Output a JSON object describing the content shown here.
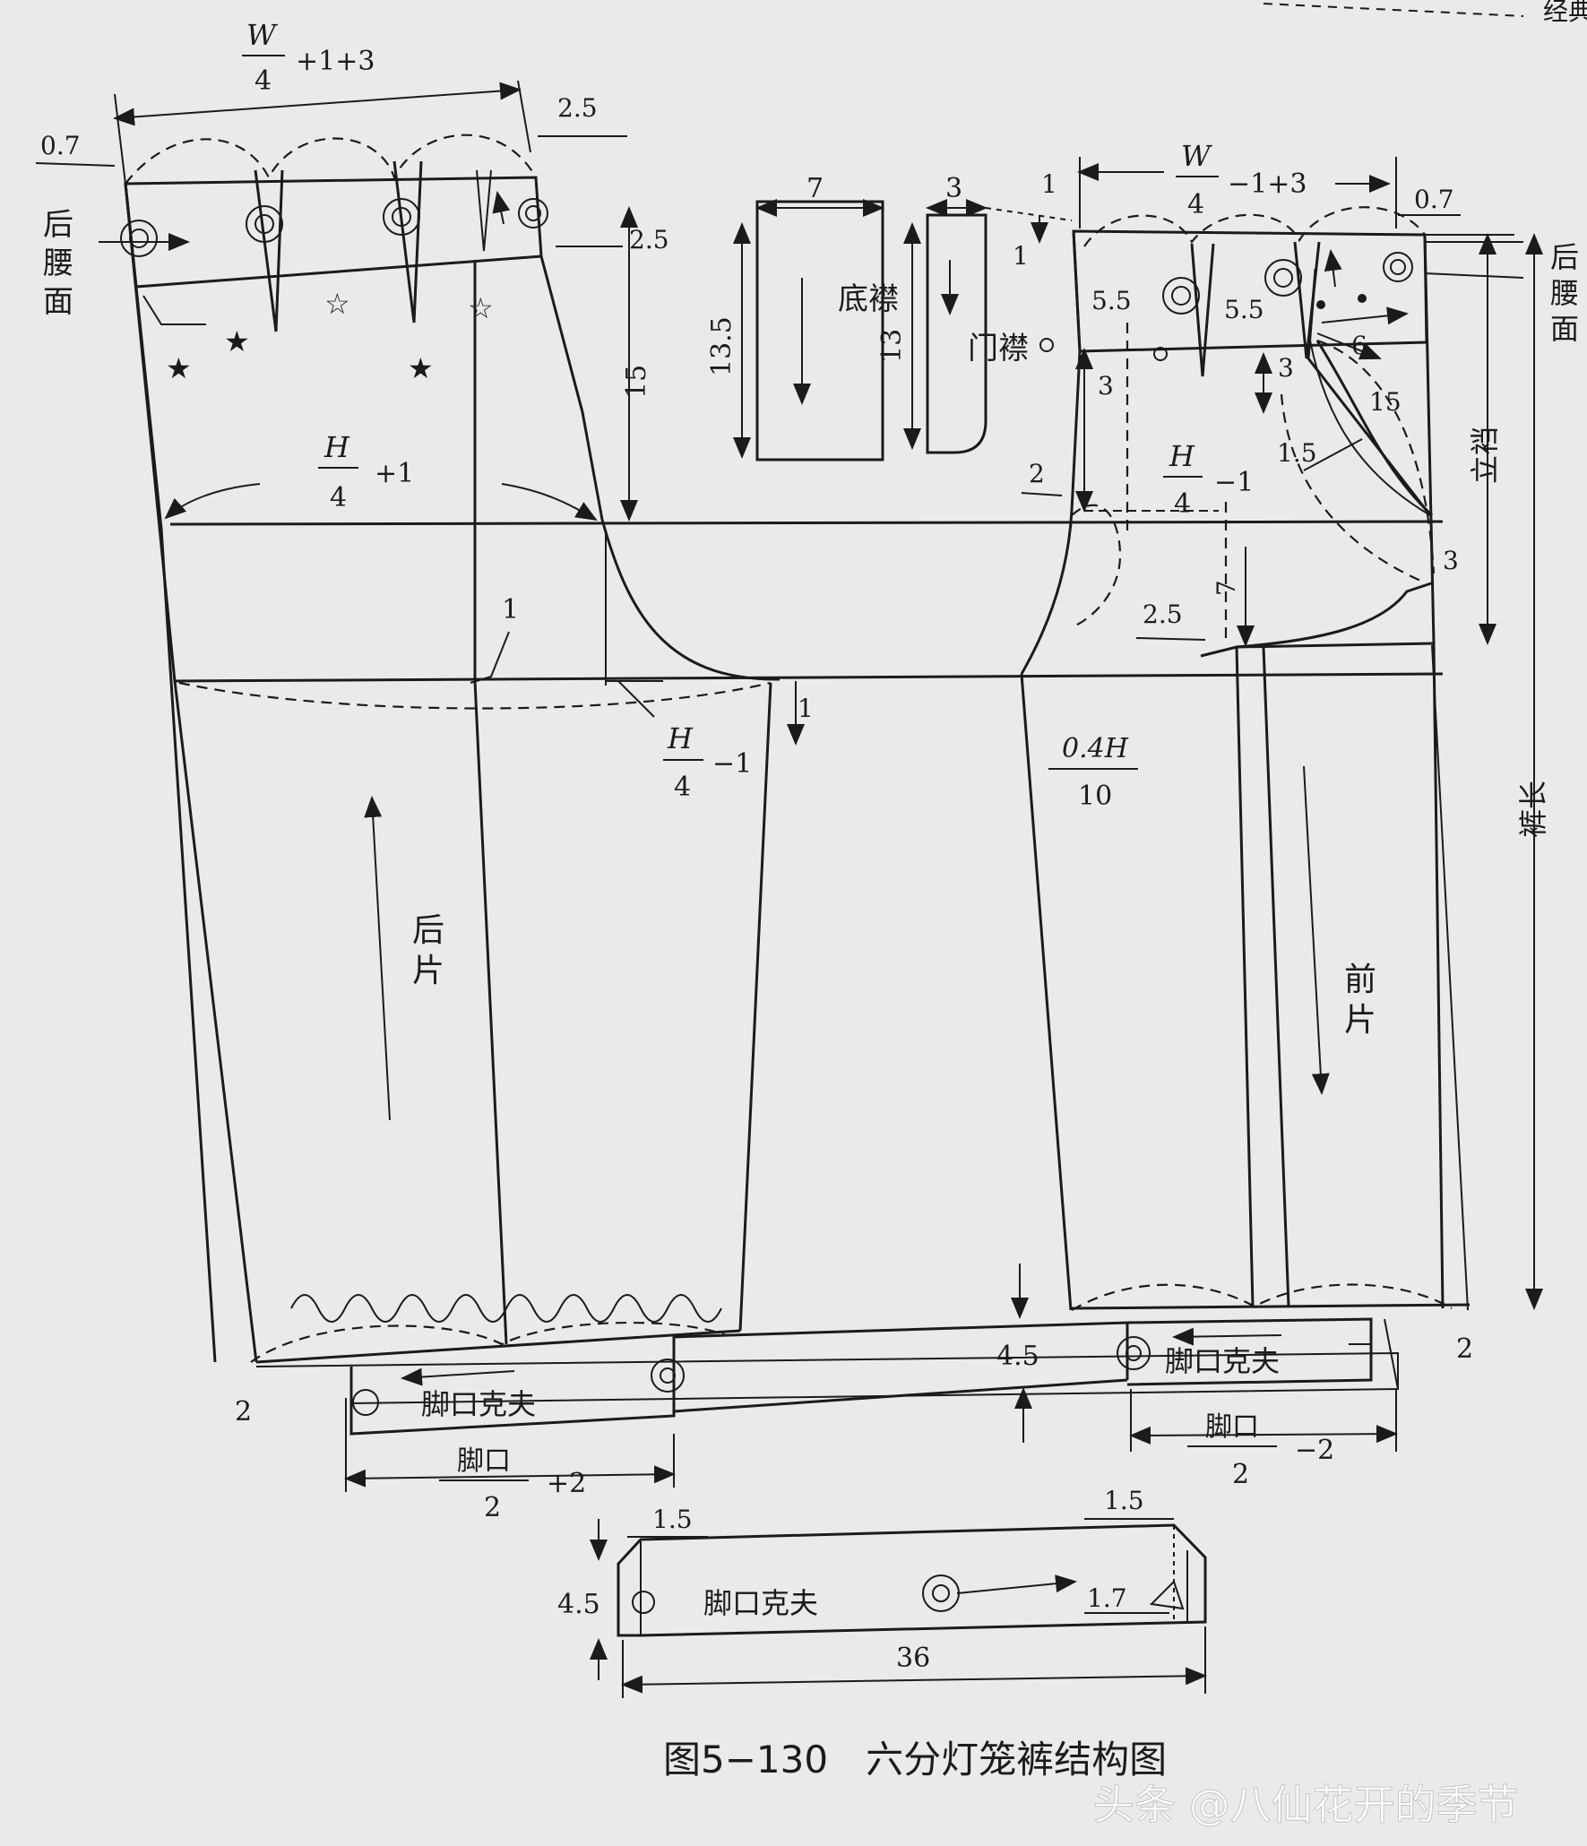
{
  "top_right": "经典",
  "back": {
    "waist_formula": {
      "num": "W",
      "den": "4",
      "rest": "+1+3"
    },
    "hip_formula": {
      "num": "H",
      "den": "4",
      "rest": "+1"
    },
    "crotch_formula": {
      "num": "H",
      "den": "4",
      "rest": "−1"
    },
    "waistband_label": [
      "后",
      "腰",
      "面"
    ],
    "piece_label": [
      "后",
      "片"
    ],
    "v_07": "0.7",
    "v_25a": "2.5",
    "v_25b": "2.5",
    "v_15": "15",
    "v_1": "1",
    "v_1b": "1",
    "v_2": "2"
  },
  "parts": {
    "underlap": "底襟",
    "fly": "门襟",
    "w7": "7",
    "w3": "3",
    "h135": "13.5",
    "h13": "13"
  },
  "front": {
    "waist_formula": {
      "num": "W",
      "den": "4",
      "rest": "−1+3"
    },
    "hip_formula": {
      "num": "H",
      "den": "4",
      "rest": "−1"
    },
    "knee_formula": {
      "num": "0.4H",
      "den": "10"
    },
    "waistband_label": [
      "后",
      "腰",
      "面"
    ],
    "piece_label": [
      "前",
      "片"
    ],
    "rise_label": "立裆",
    "length_label": "裤长",
    "v_1": "1",
    "v_1b": "1",
    "v_07": "0.7",
    "v_55a": "5.5",
    "v_55b": "5.5",
    "v_3a": "3",
    "v_3b": "3",
    "v_6": "6",
    "v_15": "15",
    "v_15b": "1.5",
    "v_2": "2",
    "v_7": "7",
    "v_25": "2.5",
    "v_3c": "3",
    "v_2b": "2"
  },
  "cuff": {
    "label": "脚口克夫",
    "label2": "脚口克夫",
    "height": "4.5",
    "back_formula": {
      "num": "脚口",
      "den": "2",
      "rest": "+2"
    },
    "front_formula": {
      "num": "脚口",
      "den": "2",
      "rest": "−2"
    }
  },
  "cuff_detail": {
    "label": "脚口克夫",
    "height": "4.5",
    "length": "36",
    "v_15a": "1.5",
    "v_15b": "1.5",
    "v_17": "1.7"
  },
  "caption": "图5−130　六分灯笼裤结构图",
  "watermark": "头条 @八仙花开的季节"
}
